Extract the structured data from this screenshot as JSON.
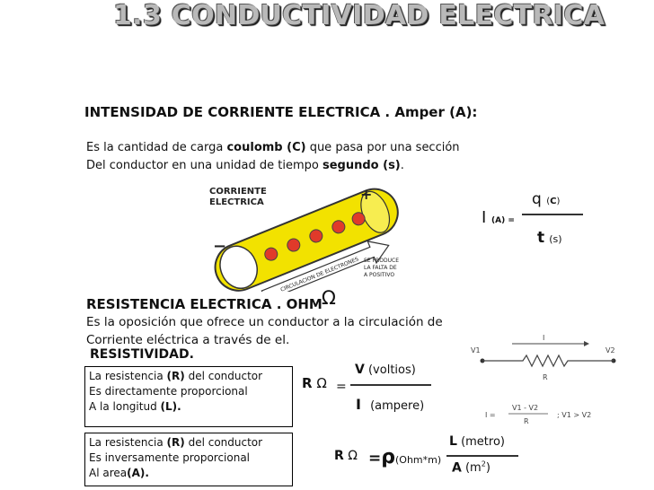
{
  "title": "1.3 CONDUCTIVIDAD ELECTRICA",
  "intensity": {
    "heading": "INTENSIDAD DE CORRIENTE ELECTRICA .  Amper (A):",
    "line1_a": "Es la cantidad de carga ",
    "line1_b": "coulomb (C)",
    "line1_c": " que pasa por una sección",
    "line2_a": "Del conductor en una unidad de tiempo ",
    "line2_b": "segundo (s)",
    "line2_c": ".",
    "formula": {
      "num_var": "q",
      "num_unit_open": "(",
      "num_unit": "C",
      "num_unit_close": ")",
      "lhs": "I",
      "lhs_sub": "(A) =",
      "den_var": "t",
      "den_unit": "(s)"
    },
    "figure": {
      "label_top": "CORRIENTE",
      "label_top2": "ELECTRICA",
      "plus": "+",
      "minus": "−",
      "flow_label": "CIRCULACION DE ELECTRONES",
      "bottom_label": "SE PRODUCE",
      "bottom_label2": "LA FALTA DE",
      "bottom_label3": "A POSITIVO"
    }
  },
  "resistance": {
    "heading": "RESISTENCIA ELECTRICA .  OHM",
    "ohm": "Ω",
    "line1": "Es la oposición que ofrece un conductor a la circulación de",
    "line2": "Corriente eléctrica a través de el.",
    "subheading": "RESISTIVIDAD.",
    "box1": {
      "a1": "La resistencia ",
      "a2": "(R)",
      "a3": " del conductor",
      "b": "Es directamente proporcional",
      "c1": "A la longitud ",
      "c2": "(L)."
    },
    "box2": {
      "a1": "La resistencia ",
      "a2": "(R)",
      "a3": " del conductor",
      "b": "Es inversamente proporcional",
      "c1": "Al area",
      "c2": "(A)."
    },
    "ohms_law": {
      "lhs": "R",
      "ohm": "Ω",
      "eq": "=",
      "num_var": "V",
      "num_unit": "(voltios)",
      "den_var": "I",
      "den_unit": "(ampere)"
    },
    "resistivity": {
      "lhs": "R",
      "ohm": "Ω",
      "eq": "=",
      "rho": "ρ",
      "rho_unit": "(Ohm*m)",
      "num_var": "L",
      "num_unit": "(metro)",
      "den_var": "A",
      "den_unit_open": "(m",
      "den_unit_sup": "2",
      "den_unit_close": ")"
    },
    "circuit": {
      "v1": "V1",
      "v2": "V2",
      "i": "I",
      "r": "R",
      "formula_lhs": "I  =",
      "formula_num": "V1 - V2",
      "formula_den": "R",
      "condition": ";   V1 > V2"
    }
  }
}
